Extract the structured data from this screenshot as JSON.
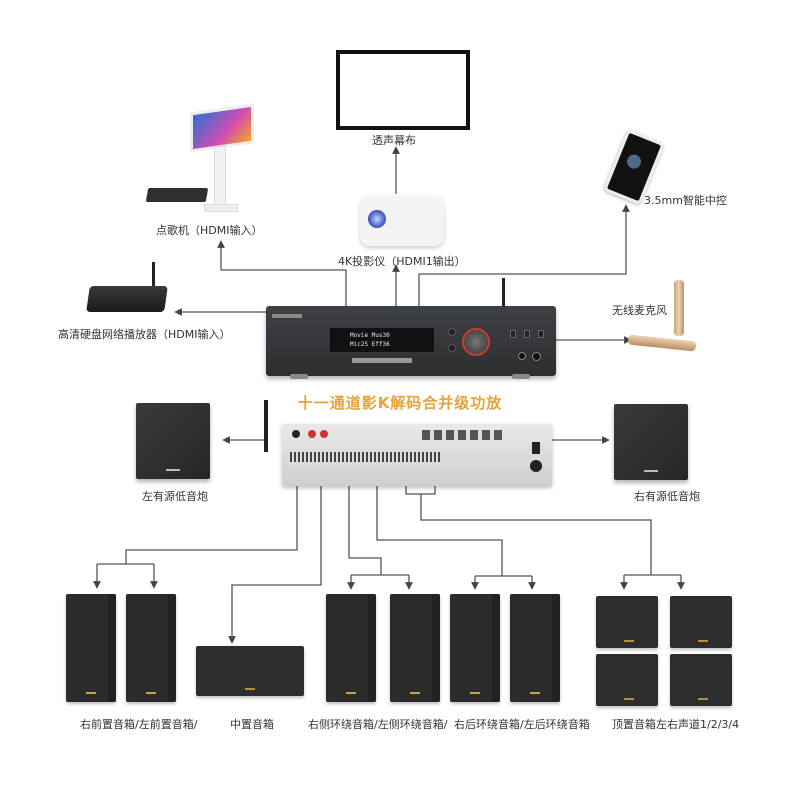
{
  "diagram": {
    "title": "十一通道影K解码合并级功放",
    "title_color": "#e8a23a",
    "line_color": "#555555",
    "devices": {
      "screen": {
        "label": "透声幕布",
        "icon": "projection-screen"
      },
      "projector": {
        "label": "4K投影仪（HDMI1输出）",
        "icon": "projector"
      },
      "jukebox": {
        "label": "点歌机（HDMI输入）",
        "icon": "karaoke-jukebox"
      },
      "phone": {
        "label": "3.5mm智能中控",
        "icon": "smartphone"
      },
      "media_player": {
        "label": "高清硬盘网络播放器（HDMI输入）",
        "icon": "media-player"
      },
      "microphone": {
        "label": "无线麦克风",
        "icon": "wireless-microphone"
      },
      "amp_front": {
        "icon": "amplifier-front",
        "display_line1": "Movie    Mus30",
        "display_line2": "Mic25  Eff36"
      },
      "amp_rear": {
        "icon": "amplifier-rear"
      },
      "sub_left": {
        "label": "左有源低音炮",
        "icon": "subwoofer"
      },
      "sub_right": {
        "label": "右有源低音炮",
        "icon": "subwoofer"
      }
    },
    "speaker_groups": [
      {
        "label": "右前置音箱/左前置音箱/",
        "count": 2
      },
      {
        "label": "中置音箱",
        "count": 1
      },
      {
        "label": "右侧环绕音箱/左侧环绕音箱/",
        "count": 2
      },
      {
        "label": "右后环绕音箱/左后环绕音箱",
        "count": 2
      },
      {
        "label": "顶置音箱左右声道1/2/3/4",
        "count": 4
      }
    ]
  }
}
